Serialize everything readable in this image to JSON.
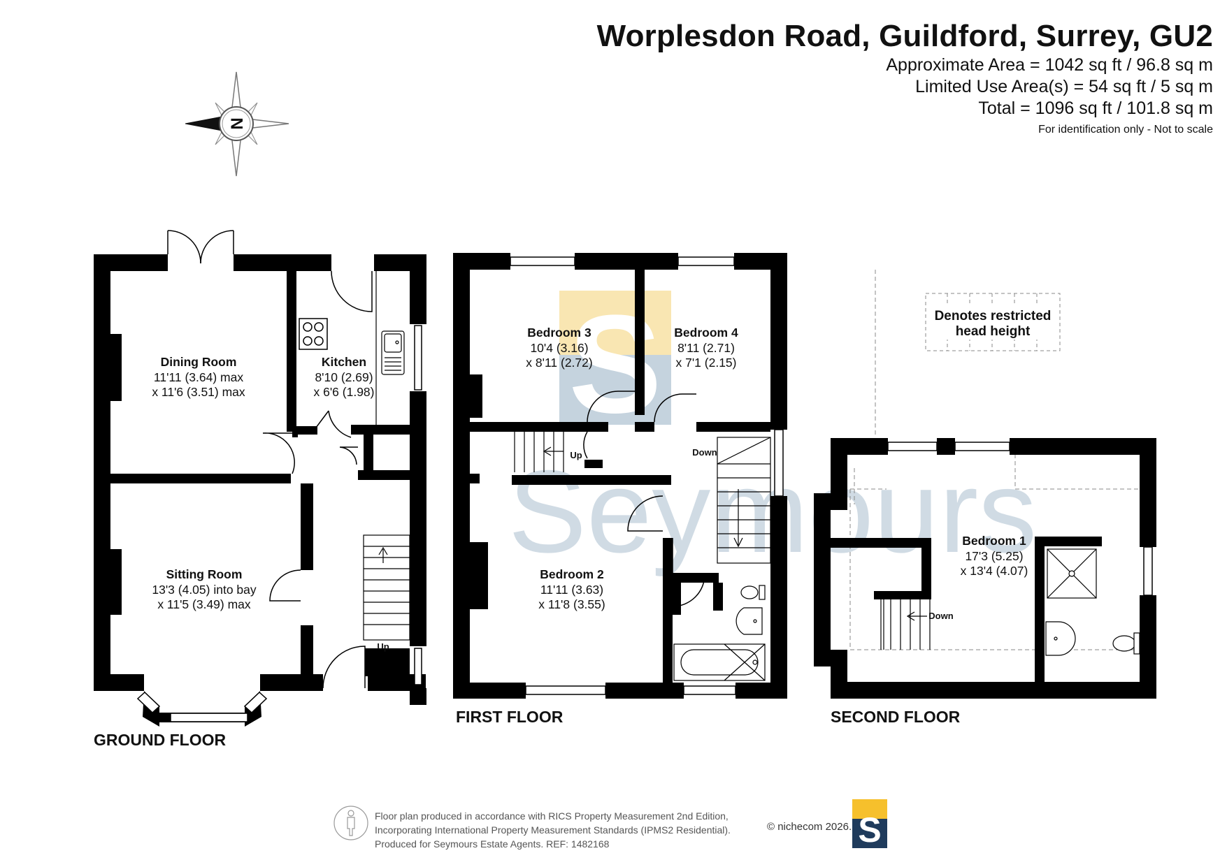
{
  "header": {
    "title": "Worplesdon Road, Guildford, Surrey, GU2",
    "approx_area": "Approximate Area = 1042 sq ft / 96.8 sq m",
    "limited_use": "Limited Use Area(s) = 54 sq ft / 5 sq m",
    "total": "Total = 1096 sq ft / 101.8 sq m",
    "disclaimer": "For identification only - Not to scale"
  },
  "compass": {
    "label": "N"
  },
  "watermark": {
    "text": "Seymours",
    "logo_letter": "S"
  },
  "floors": {
    "ground": {
      "label": "GROUND FLOOR",
      "rooms": {
        "dining": {
          "name": "Dining Room",
          "dim1": "11'11 (3.64) max",
          "dim2": "x 11'6 (3.51) max"
        },
        "kitchen": {
          "name": "Kitchen",
          "dim1": "8'10 (2.69)",
          "dim2": "x 6'6 (1.98)"
        },
        "sitting": {
          "name": "Sitting Room",
          "dim1": "13'3 (4.05) into bay",
          "dim2": "x 11'5 (3.49) max"
        }
      },
      "stairs_label": "Up"
    },
    "first": {
      "label": "FIRST FLOOR",
      "rooms": {
        "bedroom3": {
          "name": "Bedroom 3",
          "dim1": "10'4 (3.16)",
          "dim2": "x 8'11 (2.72)"
        },
        "bedroom4": {
          "name": "Bedroom 4",
          "dim1": "8'11 (2.71)",
          "dim2": "x 7'1 (2.15)"
        },
        "bedroom2": {
          "name": "Bedroom 2",
          "dim1": "11'11 (3.63)",
          "dim2": "x 11'8 (3.55)"
        }
      },
      "stairs_up": "Up",
      "stairs_down": "Down"
    },
    "second": {
      "label": "SECOND FLOOR",
      "rooms": {
        "bedroom1": {
          "name": "Bedroom 1",
          "dim1": "17'3 (5.25)",
          "dim2": "x 13'4 (4.07)"
        }
      },
      "stairs_down": "Down"
    }
  },
  "legend": {
    "line1": "Denotes restricted",
    "line2": "head height"
  },
  "footer": {
    "line1": "Floor plan produced in accordance with RICS Property Measurement 2nd Edition,",
    "line2": "Incorporating International Property Measurement Standards (IPMS2 Residential).",
    "line3": "Produced for Seymours Estate Agents.   REF: 1482168",
    "copyright": "© nichecom 2026.",
    "logo_letter": "S"
  },
  "colors": {
    "wall": "#000000",
    "logo_yellow": "#f6c02c",
    "logo_blue": "#1f3b5c",
    "watermark_blue": "#c5d3de",
    "watermark_yellow": "#f9e6b2"
  }
}
